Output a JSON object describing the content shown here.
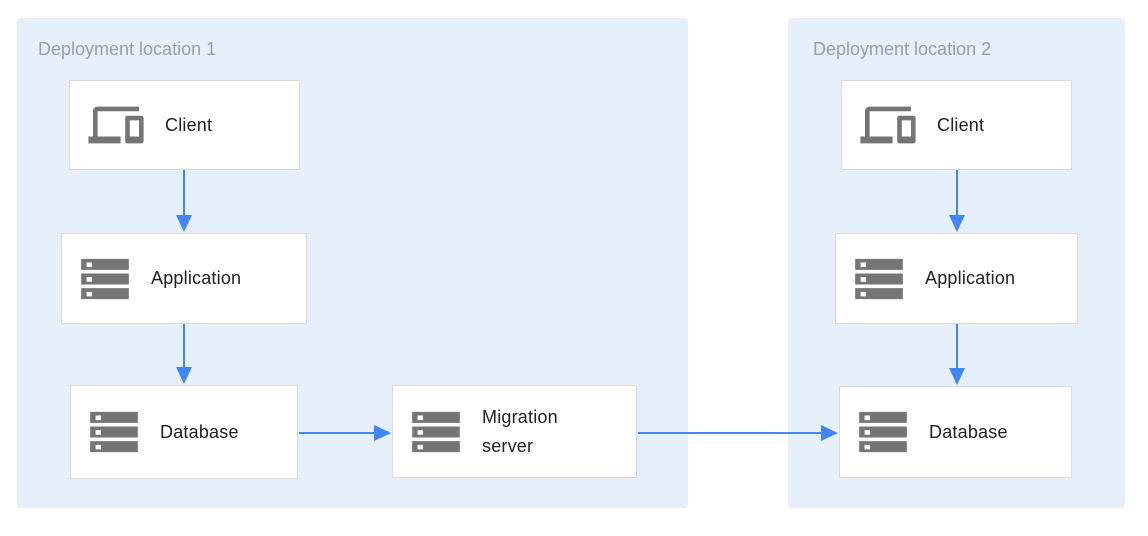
{
  "colors": {
    "canvas_bg": "#ffffff",
    "region_bg": "#e6f0fa",
    "arrow": "#4285f4",
    "node_bg": "#ffffff",
    "node_border": "#d8dadd",
    "node_text": "#202124",
    "region_label_text": "#9aa0a6",
    "icon": "#757575"
  },
  "regions": {
    "r1": {
      "label": "Deployment location 1"
    },
    "r2": {
      "label": "Deployment location 2"
    }
  },
  "nodes": {
    "client1": {
      "label": "Client",
      "icon": "devices-icon",
      "region": "Deployment location 1"
    },
    "application1": {
      "label": "Application",
      "icon": "storage-icon",
      "region": "Deployment location 1"
    },
    "database1": {
      "label": "Database",
      "icon": "storage-icon",
      "region": "Deployment location 1"
    },
    "migration": {
      "label": "Migration server",
      "icon": "storage-icon",
      "region": "Deployment location 1"
    },
    "client2": {
      "label": "Client",
      "icon": "devices-icon",
      "region": "Deployment location 2"
    },
    "application2": {
      "label": "Application",
      "icon": "storage-icon",
      "region": "Deployment location 2"
    },
    "database2": {
      "label": "Database",
      "icon": "storage-icon",
      "region": "Deployment location 2"
    }
  },
  "edges": [
    {
      "from": "client1",
      "to": "application1",
      "direction": "down"
    },
    {
      "from": "application1",
      "to": "database1",
      "direction": "down"
    },
    {
      "from": "database1",
      "to": "migration",
      "direction": "right"
    },
    {
      "from": "migration",
      "to": "database2",
      "direction": "right"
    },
    {
      "from": "client2",
      "to": "application2",
      "direction": "down"
    },
    {
      "from": "application2",
      "to": "database2",
      "direction": "down"
    }
  ]
}
